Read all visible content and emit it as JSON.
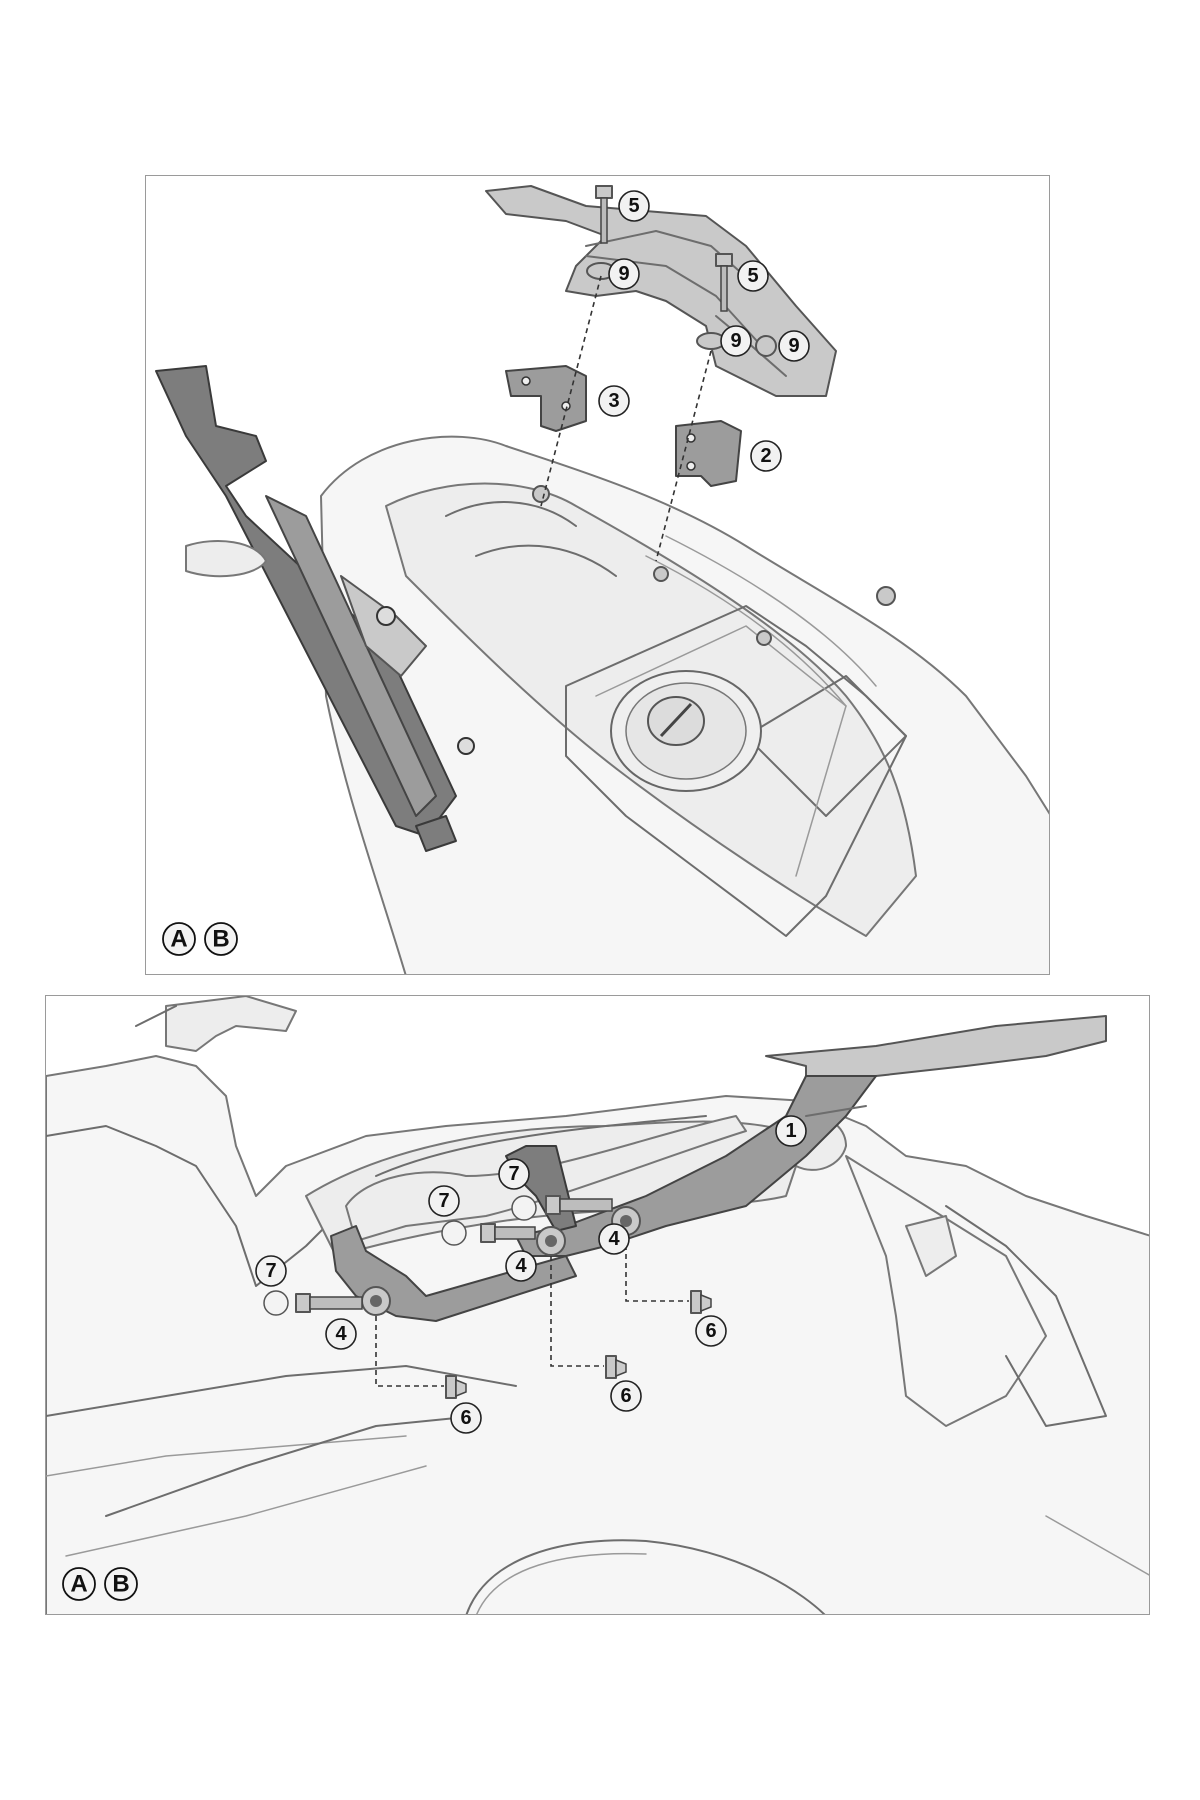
{
  "top_panel": {
    "callouts": {
      "bolt_a": "5",
      "bolt_b": "5",
      "washer_a": "9",
      "washer_b": "9",
      "washer_c": "9",
      "bracket_3": "3",
      "bracket_2": "2"
    },
    "variants": [
      "A",
      "B"
    ]
  },
  "bottom_panel": {
    "callouts": {
      "frame_1": "1",
      "cap_upper": "7",
      "cap_mid": "7",
      "cap_left": "7",
      "screw_right": "4",
      "screw_mid": "4",
      "screw_left": "4",
      "nut_right": "6",
      "nut_mid": "6",
      "nut_left": "6"
    },
    "variants": [
      "A",
      "B"
    ]
  }
}
